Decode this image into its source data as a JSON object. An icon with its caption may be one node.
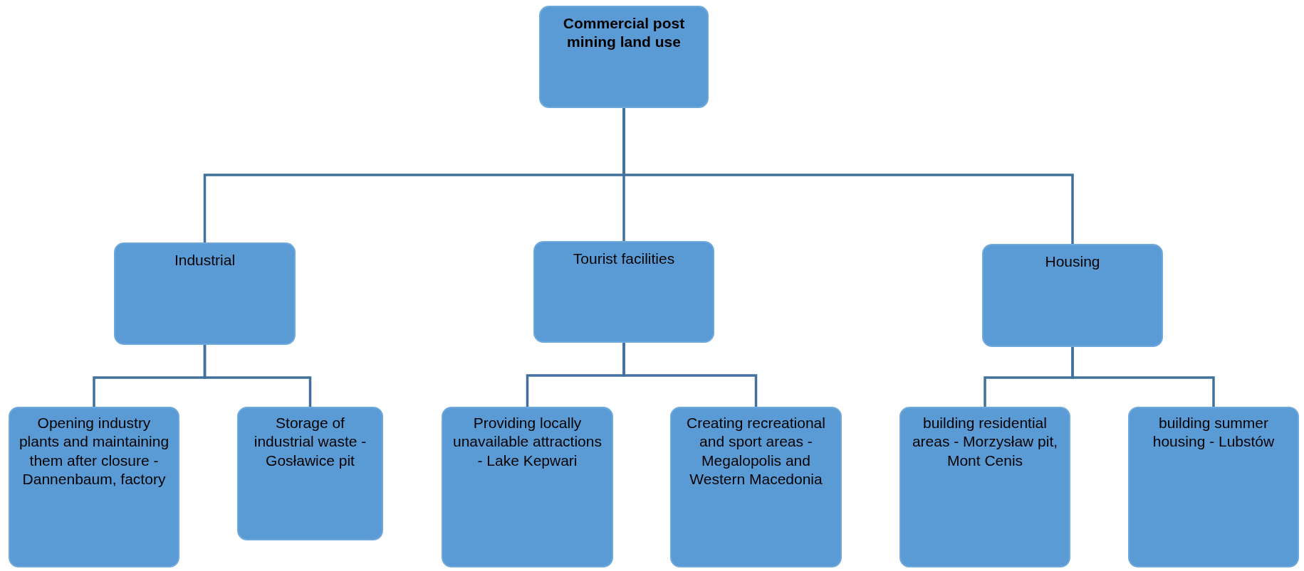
{
  "diagram": {
    "nodes": [
      {
        "text": [
          "Commercial post mining land use"
        ]
      },
      {
        "text": [
          "Industrial"
        ]
      },
      {
        "text": [
          "Tourist facilities"
        ]
      },
      {
        "text": [
          "Housing"
        ]
      },
      {
        "text": [
          "Opening industry plants and maintaining them after closure - Dannenbaum, factory"
        ]
      },
      {
        "text": [
          "Storage of industrial waste - Gosławice pit"
        ]
      },
      {
        "text": [
          "Providing locally unavailable attractions - Lake Kepwari"
        ]
      },
      {
        "text": [
          "Creating recreational and sport areas - Megalopolis and Western Macedonia"
        ]
      },
      {
        "text": [
          "building residential areas - Morzysław pit, Mont Cenis"
        ]
      },
      {
        "text": [
          "building summer housing - Lubstów"
        ]
      }
    ],
    "edges": [
      {
        "from": 0,
        "to": 1,
        "arrow": "none"
      },
      {
        "from": 0,
        "to": 2,
        "arrow": "none"
      },
      {
        "from": 0,
        "to": 3,
        "arrow": "none"
      },
      {
        "from": 1,
        "to": 4,
        "arrow": "none"
      },
      {
        "from": 1,
        "to": 5,
        "arrow": "none"
      },
      {
        "from": 2,
        "to": 6,
        "arrow": "none"
      },
      {
        "from": 2,
        "to": 7,
        "arrow": "none"
      },
      {
        "from": 3,
        "to": 8,
        "arrow": "none"
      },
      {
        "from": 3,
        "to": 9,
        "arrow": "none"
      }
    ]
  }
}
